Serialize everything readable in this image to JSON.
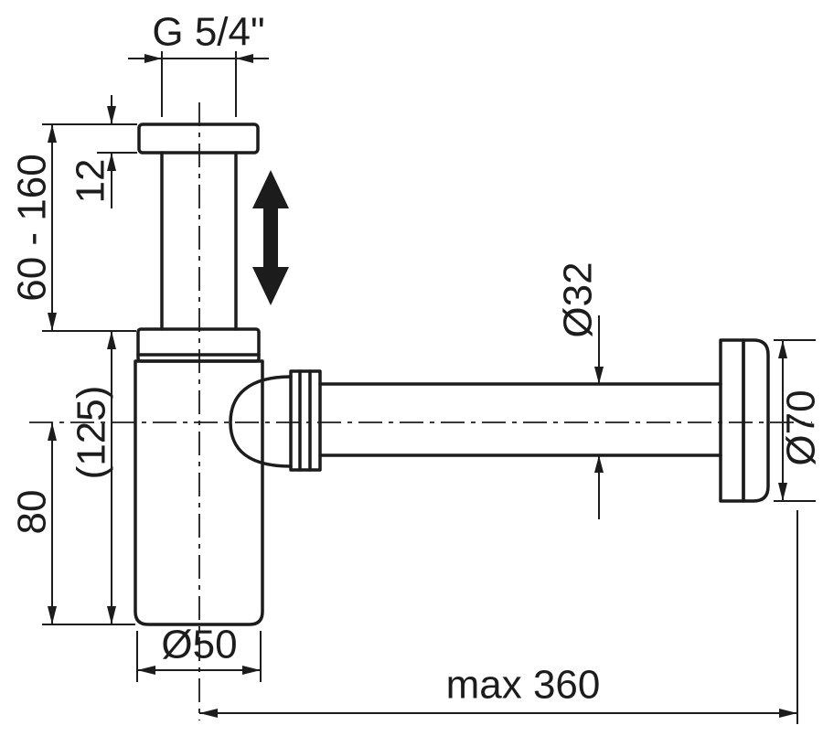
{
  "diagram": {
    "title": "Siphon technical drawing",
    "labels": {
      "thread_top": "G 5/4\"",
      "flange_thickness": "12",
      "adjust_range": "60 - 160",
      "body_height": "(125)",
      "axis_to_bottom": "80",
      "body_diameter": "Ø50",
      "pipe_diameter": "Ø32",
      "rosette_diameter": "Ø70",
      "max_length": "max 360"
    },
    "colors": {
      "line": "#1c1c1c",
      "background": "#ffffff"
    }
  }
}
